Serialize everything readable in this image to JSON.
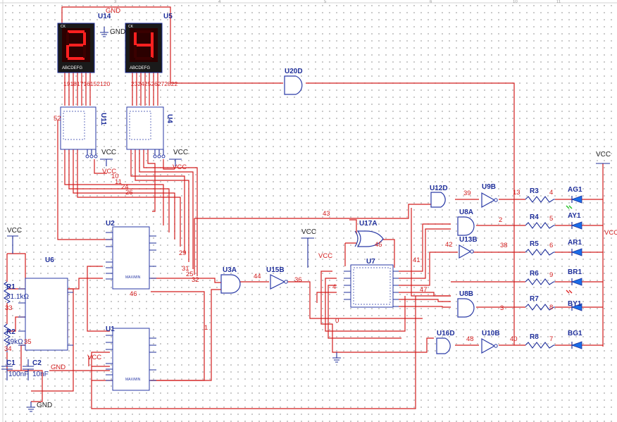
{
  "displays": {
    "left": {
      "ref": "U14",
      "digit": "2",
      "ck": "CK",
      "pins": "ABCDEFG"
    },
    "right": {
      "ref": "U5",
      "digit": "4",
      "ck": "CK",
      "pins": "ABCDEFG"
    }
  },
  "decoders": [
    {
      "ref": "U11"
    },
    {
      "ref": "U4"
    }
  ],
  "counters": [
    {
      "ref": "U2"
    },
    {
      "ref": "U1",
      "pin_max": "MAX/MIN"
    }
  ],
  "timer": {
    "ref": "U6"
  },
  "mux": {
    "ref": "U7"
  },
  "gates": {
    "u20d": "U20D",
    "u3a": "U3A",
    "u15b": "U15B",
    "u17a": "U17A",
    "u12d": "U12D",
    "u9b": "U9B",
    "u8a": "U8A",
    "u13b": "U13B",
    "u8b": "U8B",
    "u16d": "U16D",
    "u10b": "U10B"
  },
  "resistors": {
    "r1": "R1",
    "r1v": "51.1kΩ",
    "r2": "R2",
    "r2v": "49kΩ",
    "r3": "R3",
    "r4": "R4",
    "r5": "R5",
    "r6": "R6",
    "r7": "R7",
    "r8": "R8"
  },
  "capacitors": {
    "c1": "C1",
    "c1v": "100nF",
    "c2": "C2",
    "c2v": "10nF"
  },
  "leds": [
    "AG1",
    "AY1",
    "AR1",
    "BR1",
    "BY1",
    "BG1"
  ],
  "power": {
    "vcc": "VCC",
    "gnd": "GND"
  },
  "nets": {
    "n1": "1",
    "n2": "2",
    "n3": "3",
    "n4": "4",
    "n5": "5",
    "n6": "6",
    "n7": "7",
    "n8": "8",
    "n9": "9",
    "n10": "10",
    "n11": "11",
    "n13": "13",
    "n24": "24",
    "n25": "25",
    "n26": "26",
    "n29": "29",
    "n31": "31",
    "n32": "32",
    "n33": "33",
    "n34": "34",
    "n35": "35",
    "n36": "36",
    "n38": "38",
    "n39": "39",
    "n40": "40",
    "n42": "42",
    "n43": "43",
    "n44": "44",
    "n45": "45",
    "n46": "46",
    "n47": "47",
    "n48": "48",
    "n52": "52",
    "leftpins": "19181716152120",
    "rightpins": "23242526272822"
  }
}
